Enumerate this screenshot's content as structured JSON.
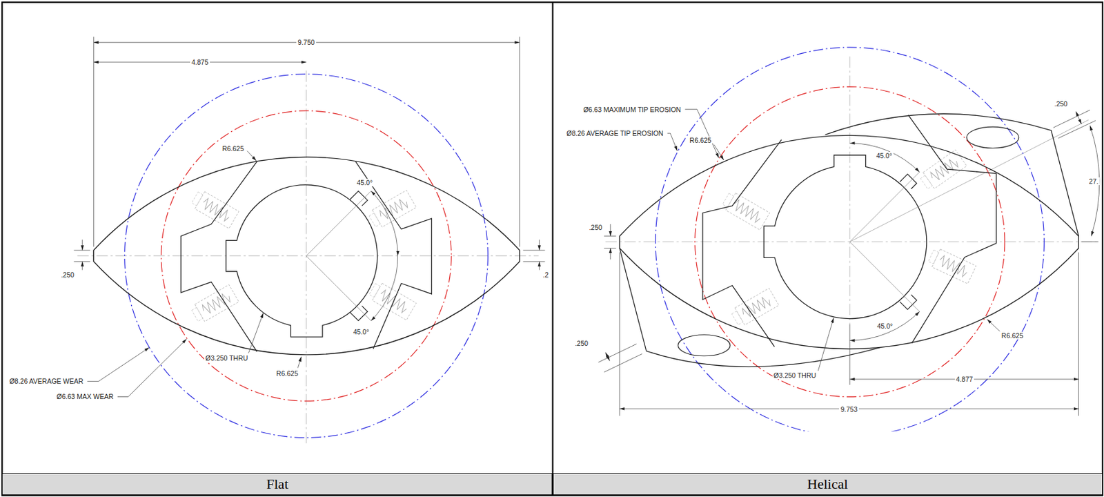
{
  "diagram": {
    "nodes": [
      {
        "text": [
          "Flat"
        ]
      },
      {
        "text": [
          "Helical"
        ]
      }
    ],
    "labels": [
      "9.750",
      "4.875",
      "R6.625",
      "45.0°",
      ".250",
      ".2",
      "45.0°",
      "Ø3.250 THRU",
      "R6.625",
      "Ø8.26 AVERAGE WEAR",
      "Ø6.63 MAX WEAR",
      "Ø6.63 MAXIMUM TIP EROSION",
      ".250",
      "Ø8.26 AVERAGE TIP EROSION",
      "R6.625",
      "45.0°",
      "27.",
      ".250",
      "45.0°",
      "R6.625",
      ".250",
      "Ø3.250 THRU",
      "4.877",
      "9.753"
    ]
  }
}
